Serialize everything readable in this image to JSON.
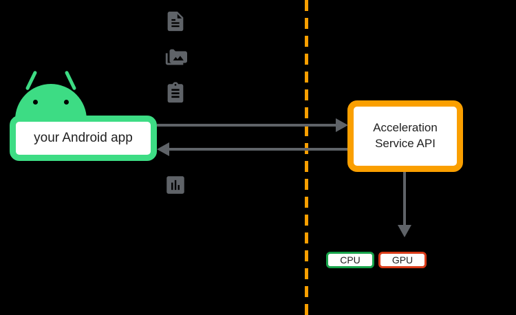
{
  "diagram": {
    "title": "Acceleration Service API architecture",
    "background_color": "#000000",
    "nodes": {
      "app": {
        "label": "your Android app",
        "border_color": "#3ddc84",
        "fill_color": "#ffffff"
      },
      "api": {
        "label_line1": "Acceleration",
        "label_line2": "Service API",
        "border_color": "#fa9f00",
        "fill_color": "#ffffff"
      },
      "cpu": {
        "label": "CPU",
        "border_color": "#17a34a",
        "fill_color": "#ffffff"
      },
      "gpu": {
        "label": "GPU",
        "border_color": "#d93b19",
        "fill_color": "#ffffff"
      }
    },
    "divider": {
      "name": "process-boundary",
      "style": "dashed",
      "color": "#fa9f00",
      "orientation": "vertical"
    },
    "arrows": [
      {
        "name": "request-arrow",
        "from": "app",
        "to": "api",
        "direction": "right",
        "color": "#5f6368"
      },
      {
        "name": "response-arrow",
        "from": "api",
        "to": "app",
        "direction": "left",
        "color": "#5f6368"
      },
      {
        "name": "delegate-arrow",
        "from": "api",
        "to": "accelerators",
        "direction": "down",
        "color": "#5f6368"
      }
    ],
    "icons": [
      {
        "name": "document-icon",
        "color": "#5f6368"
      },
      {
        "name": "photo-library-icon",
        "color": "#5f6368"
      },
      {
        "name": "clipboard-icon",
        "color": "#5f6368"
      },
      {
        "name": "bar-chart-icon",
        "color": "#5f6368"
      }
    ],
    "android_logo": {
      "name": "android-robot-head",
      "color": "#3ddc84"
    }
  }
}
